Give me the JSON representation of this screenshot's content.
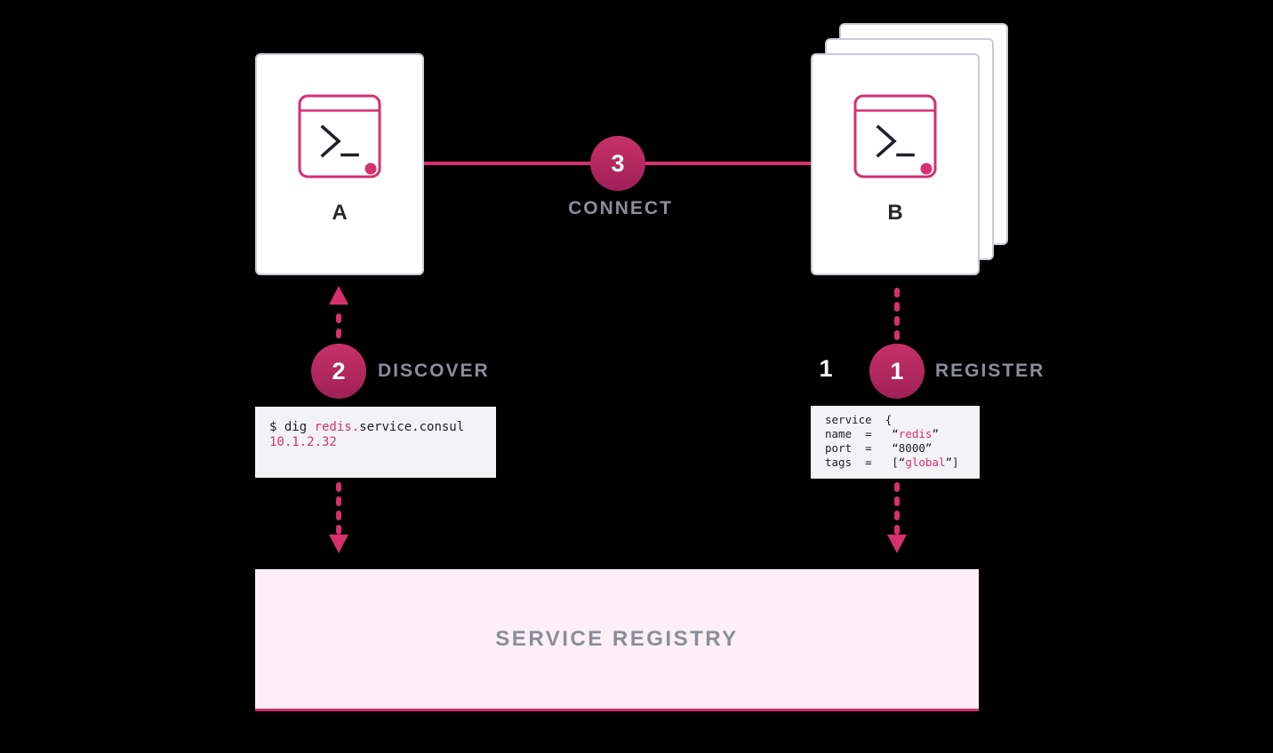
{
  "colors": {
    "background": "#000000",
    "pink": "#d6306e",
    "badge_gradient_top": "#c73168",
    "badge_gradient_bottom": "#9e2057",
    "label_gray": "#8b8e99",
    "text_dark": "#26272b",
    "card_border": "#c9ccd4",
    "code_background": "#f3f3f6",
    "code_text": "#1d1e21",
    "registry_background": "#fdeff7"
  },
  "nodes": {
    "a": {
      "label": "A"
    },
    "b": {
      "label": "B"
    }
  },
  "steps": {
    "register": {
      "number": "1",
      "outside_number": "1",
      "label": "REGISTER"
    },
    "discover": {
      "number": "2",
      "label": "DISCOVER"
    },
    "connect": {
      "number": "3",
      "label": "CONNECT"
    }
  },
  "code_blocks": {
    "discover": {
      "lines": [
        [
          {
            "t": "$ dig ",
            "c": "d"
          },
          {
            "t": "redis.",
            "c": "p"
          },
          {
            "t": "service.consul",
            "c": "d"
          }
        ],
        [
          {
            "t": "10.1.2.32",
            "c": "p"
          }
        ]
      ]
    },
    "register": {
      "lines": [
        [
          {
            "t": "service  {",
            "c": "d"
          }
        ],
        [
          {
            "t": "name  =   “",
            "c": "d"
          },
          {
            "t": "redis",
            "c": "p"
          },
          {
            "t": "”",
            "c": "d"
          }
        ],
        [
          {
            "t": "port  =   “8000”",
            "c": "d"
          }
        ],
        [
          {
            "t": "tags  =   [“",
            "c": "d"
          },
          {
            "t": "global",
            "c": "p"
          },
          {
            "t": "”]",
            "c": "d"
          }
        ]
      ]
    }
  },
  "registry": {
    "label": "SERVICE REGISTRY"
  }
}
